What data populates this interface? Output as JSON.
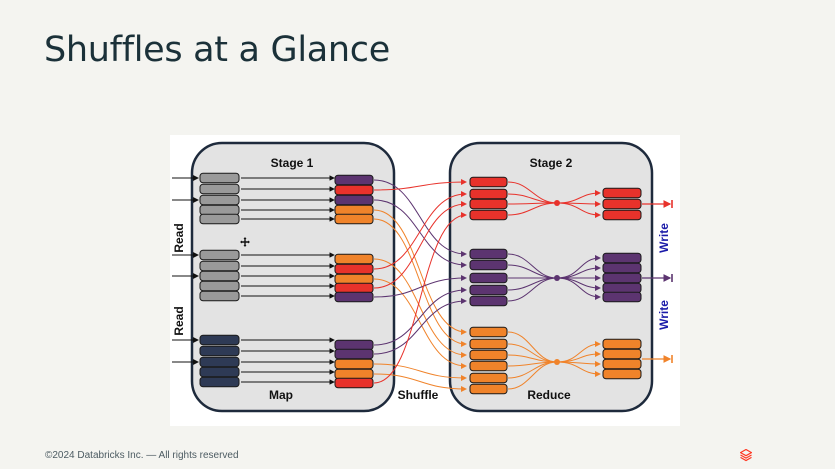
{
  "slide": {
    "title": "Shuffles at a Glance",
    "footer": "©2024 Databricks Inc. — All rights reserved",
    "logo_icon": "databricks-logo-icon"
  },
  "diagram": {
    "stage1_label": "Stage 1",
    "stage2_label": "Stage 2",
    "map_label": "Map",
    "shuffle_label": "Shuffle",
    "reduce_label": "Reduce",
    "read_label": "Read",
    "write_label": "Write",
    "cursor_icon": "move-cursor-icon",
    "colors": {
      "gray": "#9a9a9a",
      "navy": "#2e3a55",
      "red": "#e8322b",
      "purple": "#5c3470",
      "orange": "#f0832a",
      "write_text": "#1a1aa8",
      "arrow": "#111111",
      "stage_fill": "#e3e3e3",
      "stage_border": "#1e2a3c"
    }
  }
}
